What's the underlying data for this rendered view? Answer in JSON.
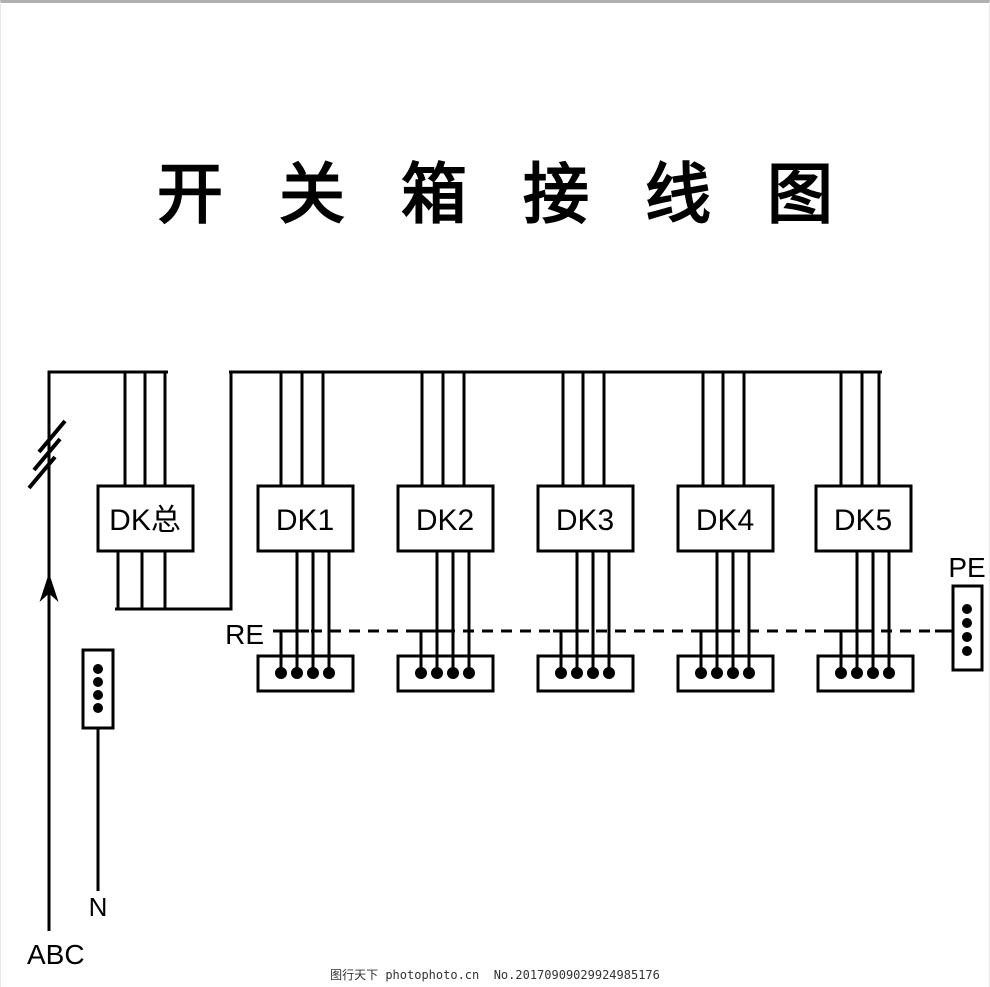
{
  "title": "开关箱接线图",
  "labels": {
    "incoming_feeder": "ABC",
    "neutral": "N",
    "earth_bus": "RE",
    "earth_terminal": "PE"
  },
  "switches": [
    {
      "label": "DK总"
    },
    {
      "label": "DK1"
    },
    {
      "label": "DK2"
    },
    {
      "label": "DK3"
    },
    {
      "label": "DK4"
    },
    {
      "label": "DK5"
    }
  ],
  "watermark": "图行天下 photophoto.cn  No.20170909029924985176",
  "colors": {
    "line": "#000000",
    "background": "#ffffff",
    "top_border": "#b0b0b0",
    "watermark": "#333333"
  }
}
